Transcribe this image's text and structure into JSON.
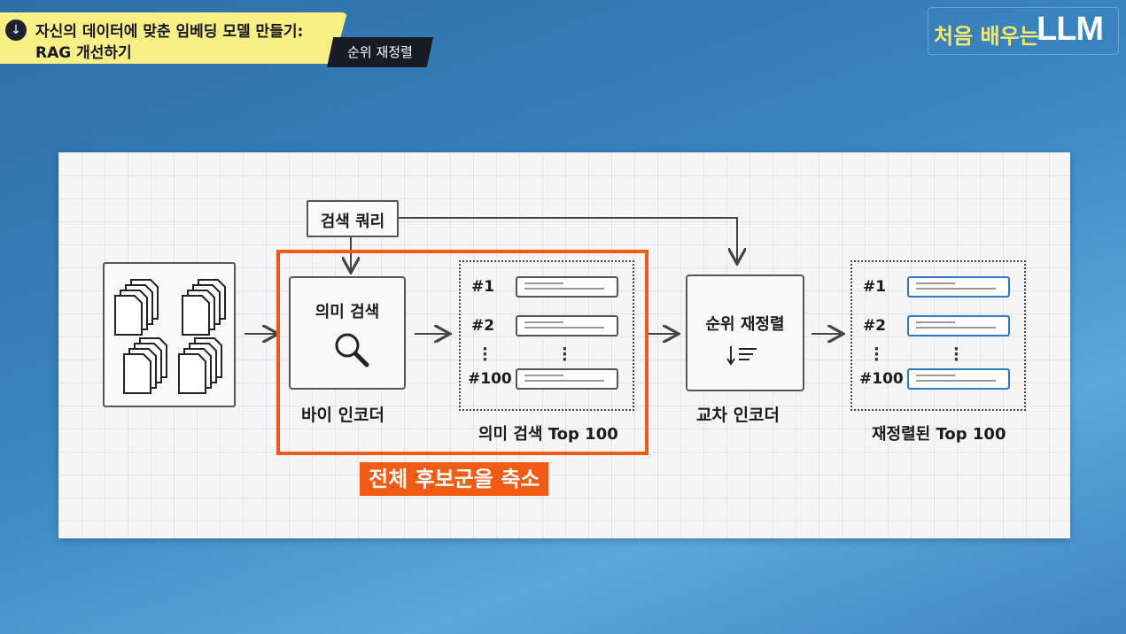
{
  "header": {
    "download_icon": "download-icon",
    "title_line1": "자신의 데이터에 맞춘 임베딩 모델 만들기:",
    "title_line2": "RAG 개선하기",
    "section": "순위 재정렬"
  },
  "brand": {
    "prefix": "처음 배우는",
    "suffix": "LLM"
  },
  "diagram": {
    "query": "검색 쿼리",
    "documents_icon": "documents-icon",
    "semantic_search": "의미 검색",
    "search_icon": "magnifier-icon",
    "bi_encoder": "바이 인코더",
    "semantic_top_label": "의미 검색 Top 100",
    "rerank": "순위 재정렬",
    "rerank_icon": "sort-icon",
    "cross_encoder": "교차 인코더",
    "reranked_top_label": "재정렬된 Top 100",
    "ranks": [
      "#1",
      "#2",
      "#100"
    ],
    "candidate_note": "전체 후보군을 축소",
    "accent_color": "#f25b14",
    "reranked_color": "#2e7bc4"
  }
}
